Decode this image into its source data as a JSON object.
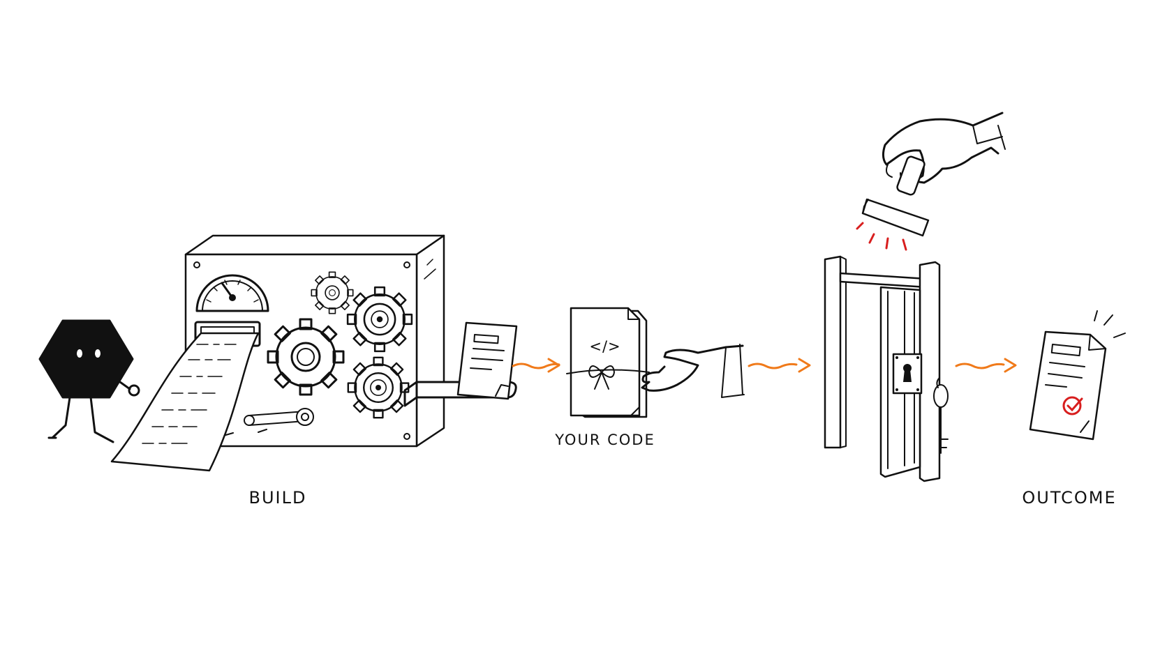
{
  "labels": {
    "build": "BUILD",
    "your_code": "YOUR CODE",
    "outcome": "OUTCOME"
  },
  "code_symbol": "</>",
  "colors": {
    "ink": "#111111",
    "arrow": "#f07a1a",
    "stamp_marks": "#d81e1e",
    "checkmark": "#d81e1e",
    "background": "#ffffff"
  },
  "icons": [
    "hexagon-character-icon",
    "build-machine-icon",
    "pressure-gauge-icon",
    "gear-icon",
    "code-package-icon",
    "handing-hand-icon",
    "gate-door-icon",
    "keyhole-icon",
    "key-icon",
    "stamp-hand-icon",
    "approved-document-icon",
    "checkmark-icon"
  ]
}
